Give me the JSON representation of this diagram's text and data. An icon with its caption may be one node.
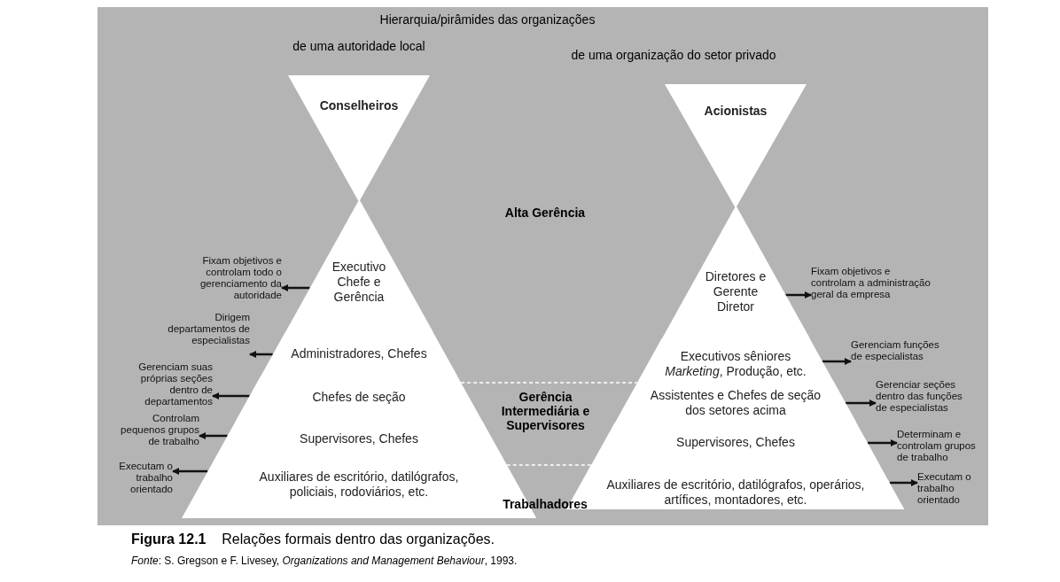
{
  "diagram": {
    "title": "Hierarquia/pirâmides das organizações",
    "caption": "**Figura 12.1**    Relações formais dentro das organizações.",
    "nodes": [
      {
        "text": [
          "Conselheiros"
        ]
      },
      {
        "text": [
          "Acionistas"
        ]
      },
      {
        "text": [
          "Executivo Chefe e Gerência"
        ]
      },
      {
        "text": [
          "Administradores, Chefes"
        ]
      },
      {
        "text": [
          "Chefes de seção"
        ]
      },
      {
        "text": [
          "Supervisores, Chefes"
        ]
      },
      {
        "text": [
          "Auxiliares de escritório, datilógrafos, policiais, rodoviários, etc."
        ]
      },
      {
        "text": [
          "Diretores e Gerente Diretor"
        ]
      },
      {
        "text": [
          "Executivos sêniores *Marketing*, Produção, etc."
        ]
      },
      {
        "text": [
          "Assistentes e Chefes de seção dos setores acima"
        ]
      },
      {
        "text": [
          "Supervisores, Chefes"
        ]
      },
      {
        "text": [
          "Auxiliares de escritório, datilógrafos, operários, artífices, montadores, etc."
        ]
      },
      {
        "text": [
          "Fixam objetivos e controlam todo o gerenciamento da autoridade"
        ]
      },
      {
        "text": [
          "Dirigem departamentos de especialistas"
        ]
      },
      {
        "text": [
          "Gerenciam suas próprias seções dentro de departamentos"
        ]
      },
      {
        "text": [
          "Controlam pequenos grupos de trabalho"
        ]
      },
      {
        "text": [
          "Executam o trabalho orientado"
        ]
      },
      {
        "text": [
          "Fixam objetivos e controlam a administração geral da empresa"
        ]
      },
      {
        "text": [
          "Gerenciam funções de especialistas"
        ]
      },
      {
        "text": [
          "Gerenciar seções dentro das funções de especialistas"
        ]
      },
      {
        "text": [
          "Determinam e controlam grupos de trabalho"
        ]
      },
      {
        "text": [
          "Executam o trabalho orientado"
        ]
      }
    ],
    "edges": [
      {
        "from": 2,
        "to": 12,
        "arrow": "to"
      },
      {
        "from": 3,
        "to": 13,
        "arrow": "to"
      },
      {
        "from": 4,
        "to": 14,
        "arrow": "to"
      },
      {
        "from": 5,
        "to": 15,
        "arrow": "to"
      },
      {
        "from": 6,
        "to": 16,
        "arrow": "to"
      },
      {
        "from": 7,
        "to": 17,
        "arrow": "to"
      },
      {
        "from": 8,
        "to": 18,
        "arrow": "to"
      },
      {
        "from": 9,
        "to": 19,
        "arrow": "to"
      },
      {
        "from": 10,
        "to": 20,
        "arrow": "to"
      },
      {
        "from": 11,
        "to": 21,
        "arrow": "to"
      }
    ],
    "labels": [
      "de uma autoridade local",
      "de uma organização do setor privado",
      "Alta Gerência",
      "Gerência Intermediária e Supervisores",
      "Trabalhadores",
      "*Fonte*: S. Gregson e F. Livesey, *Organizations and Management Behaviour*, 1993."
    ]
  }
}
